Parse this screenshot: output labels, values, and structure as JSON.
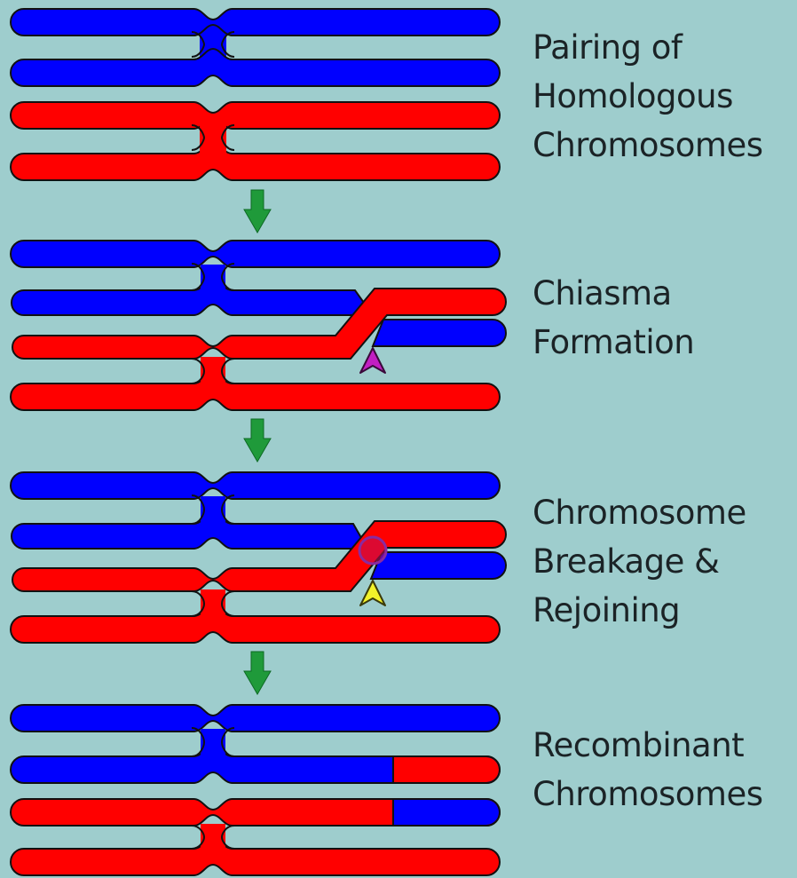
{
  "colors": {
    "background": "#9ecdcd",
    "maternal_chromosome": "#0000ff",
    "paternal_chromosome": "#ff0000",
    "outline": "#111111",
    "step_arrow": "#1f9a3a",
    "chiasma_marker": "#c21fc2",
    "breakage_marker": "#f2f22a",
    "breakage_point": "#8a2aa0"
  },
  "stages": [
    {
      "label_lines": [
        "Pairing of",
        "Homologous",
        "Chromosomes"
      ]
    },
    {
      "label_lines": [
        "Chiasma",
        "Formation"
      ]
    },
    {
      "label_lines": [
        "Chromosome",
        "Breakage &",
        "Rejoining"
      ]
    },
    {
      "label_lines": [
        "Recombinant",
        "Chromosomes"
      ]
    }
  ],
  "icons": {
    "step_arrow": "down-arrow-icon",
    "chiasma_marker": "pointer-arrow-icon",
    "breakage_marker": "pointer-arrow-icon"
  }
}
